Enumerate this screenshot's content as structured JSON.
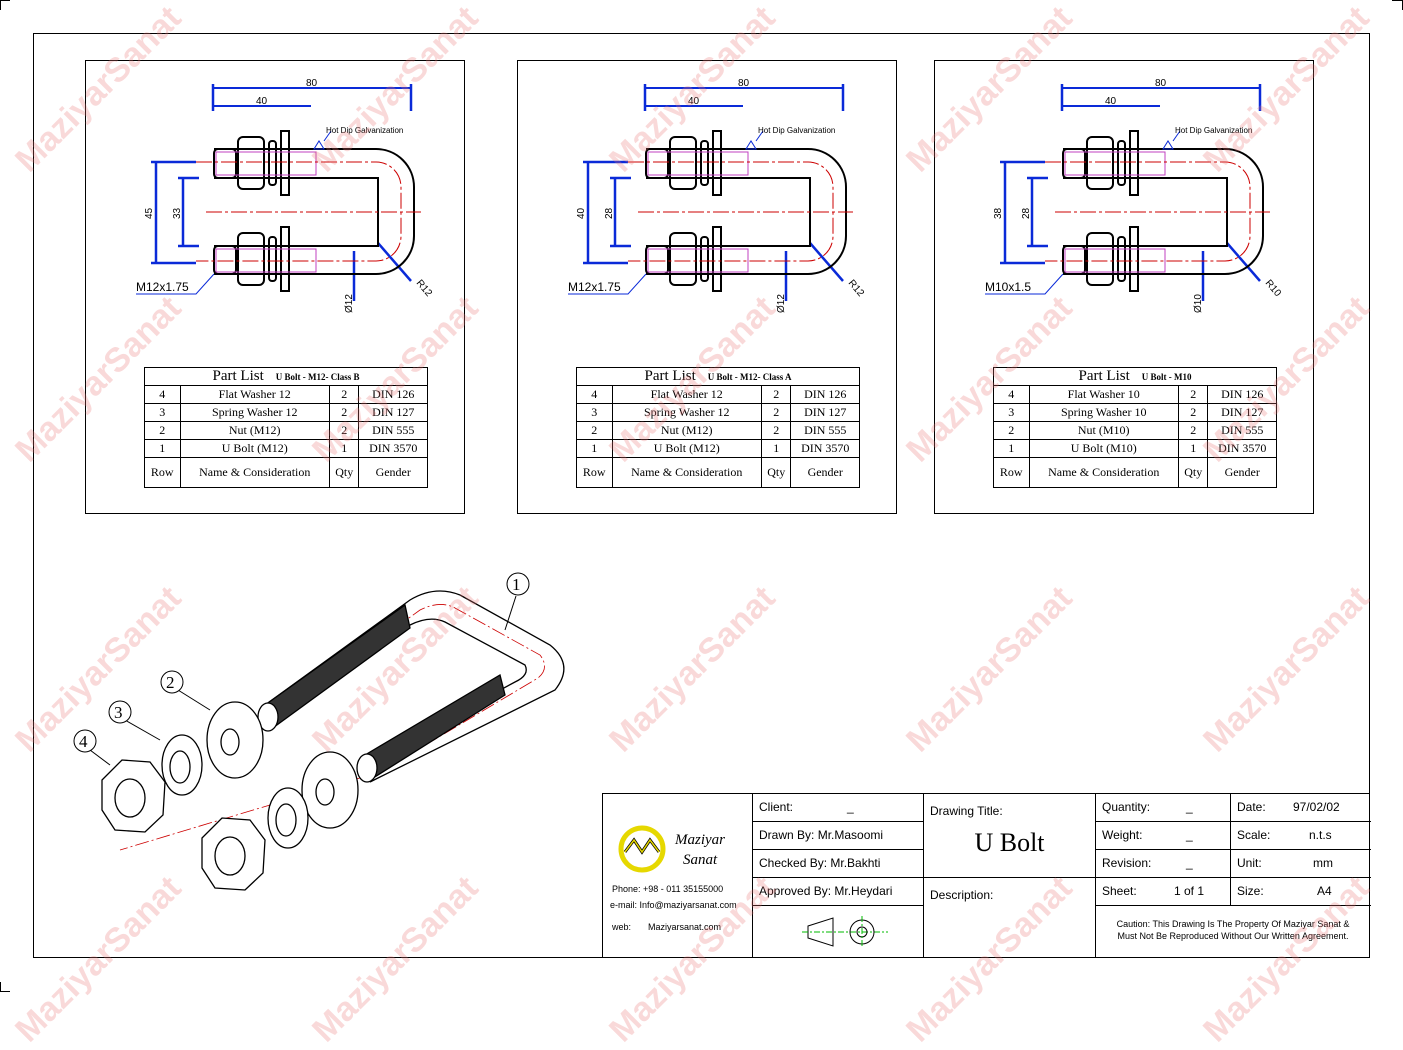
{
  "watermark": "MaziyarSanat",
  "note_label": "Hot Dip Galvanization",
  "panels": [
    {
      "dim_total": "80",
      "dim_half": "40",
      "dim_outer": "45",
      "dim_inner": "33",
      "thread": "M12x1.75",
      "diameter": "Ø12",
      "radius": "R12",
      "table": {
        "title": "Part List",
        "subtitle": "U Bolt - M12- Class B",
        "rows": [
          [
            "4",
            "Flat Washer 12",
            "2",
            "DIN 126"
          ],
          [
            "3",
            "Spring Washer 12",
            "2",
            "DIN 127"
          ],
          [
            "2",
            "Nut (M12)",
            "2",
            "DIN 555"
          ],
          [
            "1",
            "U Bolt (M12)",
            "1",
            "DIN 3570"
          ]
        ]
      }
    },
    {
      "dim_total": "80",
      "dim_half": "40",
      "dim_outer": "40",
      "dim_inner": "28",
      "thread": "M12x1.75",
      "diameter": "Ø12",
      "radius": "R12",
      "table": {
        "title": "Part List",
        "subtitle": "U Bolt - M12- Class A",
        "rows": [
          [
            "4",
            "Flat Washer 12",
            "2",
            "DIN 126"
          ],
          [
            "3",
            "Spring Washer 12",
            "2",
            "DIN 127"
          ],
          [
            "2",
            "Nut (M12)",
            "2",
            "DIN 555"
          ],
          [
            "1",
            "U Bolt (M12)",
            "1",
            "DIN 3570"
          ]
        ]
      }
    },
    {
      "dim_total": "80",
      "dim_half": "40",
      "dim_outer": "38",
      "dim_inner": "28",
      "thread": "M10x1.5",
      "diameter": "Ø10",
      "radius": "R10",
      "table": {
        "title": "Part List",
        "subtitle": "U Bolt - M10",
        "rows": [
          [
            "4",
            "Flat Washer 10",
            "2",
            "DIN 126"
          ],
          [
            "3",
            "Spring Washer 10",
            "2",
            "DIN 127"
          ],
          [
            "2",
            "Nut (M10)",
            "2",
            "DIN 555"
          ],
          [
            "1",
            "U Bolt (M10)",
            "1",
            "DIN 3570"
          ]
        ]
      }
    }
  ],
  "table_header": [
    "Row",
    "Name & Consideration",
    "Qty",
    "Gender"
  ],
  "balloons": [
    "1",
    "2",
    "3",
    "4"
  ],
  "title_block": {
    "company_line1": "Maziyar",
    "company_line2": "Sanat",
    "phone": "Phone: +98 - 011 35155000",
    "email": "e-mail:  Info@maziyarsanat.com",
    "web_label": "web:",
    "web": "Maziyarsanat.com",
    "client_label": "Client:",
    "client": "_",
    "drawn_label": "Drawn By:",
    "drawn": "Mr.Masoomi",
    "checked_label": "Checked By:",
    "checked": "Mr.Bakhti",
    "approved_label": "Approved By:",
    "approved": "Mr.Heydari",
    "drawing_title_label": "Drawing Title:",
    "drawing_title": "U Bolt",
    "description_label": "Description:",
    "quantity_label": "Quantity:",
    "quantity": "_",
    "weight_label": "Weight:",
    "weight": "_",
    "revision_label": "Revision:",
    "revision": "_",
    "sheet_label": "Sheet:",
    "sheet": "1 of 1",
    "date_label": "Date:",
    "date": "97/02/02",
    "scale_label": "Scale:",
    "scale": "n.t.s",
    "unit_label": "Unit:",
    "unit": "mm",
    "size_label": "Size:",
    "size": "A4",
    "caution": "Caution: This Drawing Is The Property Of Maziyar Sanat &",
    "caution2": "Must Not Be Reproduced Without Our Written Agreement."
  }
}
